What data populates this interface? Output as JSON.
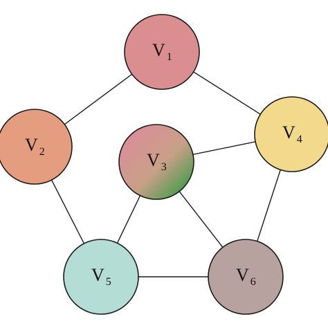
{
  "nodes": [
    {
      "id": "v1",
      "letter": "V",
      "sub": "1",
      "fill": "#db8e90"
    },
    {
      "id": "v2",
      "letter": "V",
      "sub": "2",
      "fill": "#e59d80"
    },
    {
      "id": "v3",
      "letter": "V",
      "sub": "3",
      "fill": "gradient",
      "gradient_colors": [
        "#d98f98",
        "#c9a088",
        "#1e9a3a"
      ]
    },
    {
      "id": "v4",
      "letter": "V",
      "sub": "4",
      "fill": "#f3d98c"
    },
    {
      "id": "v5",
      "letter": "V",
      "sub": "5",
      "fill": "#b3ddd5"
    },
    {
      "id": "v6",
      "letter": "V",
      "sub": "6",
      "fill": "#b8a29f"
    }
  ],
  "edges": [
    [
      "v1",
      "v2"
    ],
    [
      "v1",
      "v4"
    ],
    [
      "v2",
      "v5"
    ],
    [
      "v3",
      "v4"
    ],
    [
      "v3",
      "v5"
    ],
    [
      "v3",
      "v6"
    ],
    [
      "v4",
      "v6"
    ],
    [
      "v5",
      "v6"
    ]
  ]
}
